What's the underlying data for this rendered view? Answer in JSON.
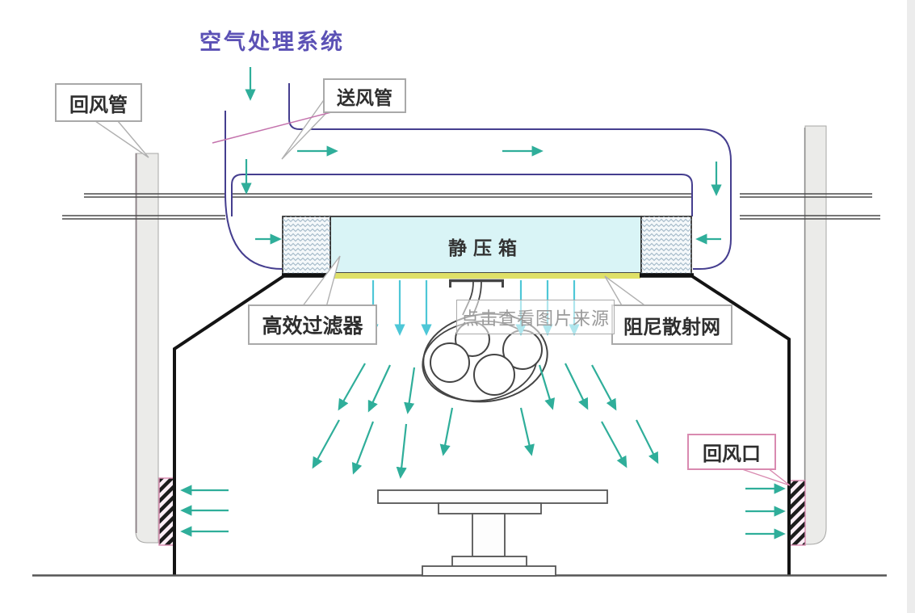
{
  "title": "空气处理系统",
  "labels": {
    "return_duct": "回风管",
    "supply_duct": "送风管",
    "plenum": "静压箱",
    "hepa_filter": "高效过滤器",
    "damping_net": "阻尼散射网",
    "return_outlet": "回风口"
  },
  "watermark": "点击查看图片来源",
  "colors": {
    "accent": "#5b51b5",
    "duct": "#453e8f",
    "teal": "#2fae9a",
    "cyan": "#4ec7d7",
    "pink": "#d98ab0",
    "yellow": "#dfe068",
    "plenumFill": "#d9f4f6"
  }
}
